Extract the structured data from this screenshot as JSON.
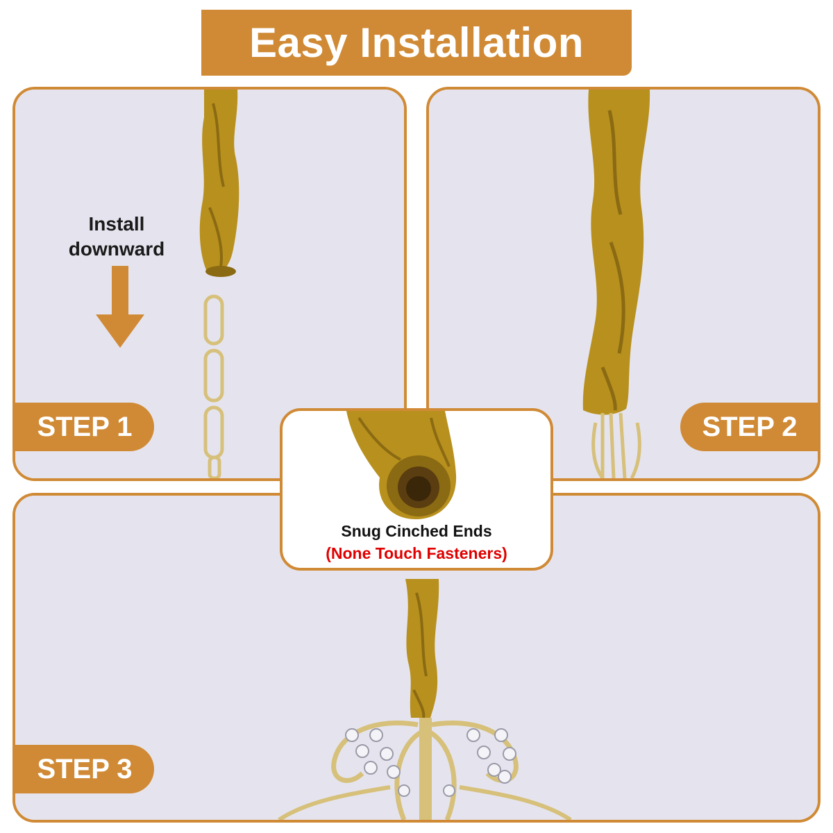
{
  "colors": {
    "accent": "#D08A35",
    "panel_bg": "#E5E4EE",
    "velvet": "#B8901E",
    "velvet_dark": "#8A6A12",
    "brass": "#D6C07A",
    "warning": "#E00000"
  },
  "title": "Easy Installation",
  "steps": [
    {
      "label": "STEP 1"
    },
    {
      "label": "STEP 2"
    },
    {
      "label": "STEP 3"
    }
  ],
  "step1_hint": {
    "line1": "Install",
    "line2": "downward",
    "icon": "arrow-down-icon"
  },
  "callout": {
    "title": "Snug Cinched Ends",
    "subtitle": "(None Touch Fasteners)"
  }
}
